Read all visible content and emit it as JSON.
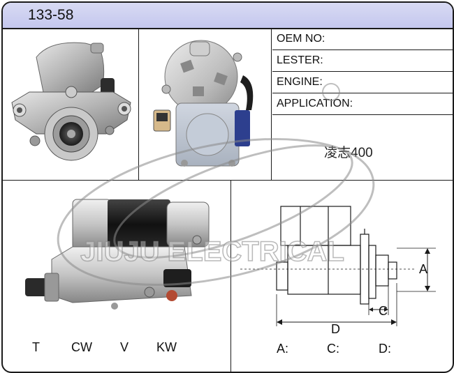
{
  "header": {
    "part_number": "133-58"
  },
  "specs": {
    "oem_label": "OEM NO:",
    "lester_label": "LESTER:",
    "engine_label": "ENGINE:",
    "application_label": "APPLICATION:",
    "application_value": "凌志400"
  },
  "bottom_left": {
    "labels": [
      "T",
      "CW",
      "V",
      "KW"
    ]
  },
  "diagram": {
    "dim_a": "A",
    "dim_c": "C",
    "dim_d": "D",
    "labels": [
      "A:",
      "C:",
      "D:"
    ]
  },
  "watermark": {
    "text": "JIUJU ELECTRICAL"
  }
}
